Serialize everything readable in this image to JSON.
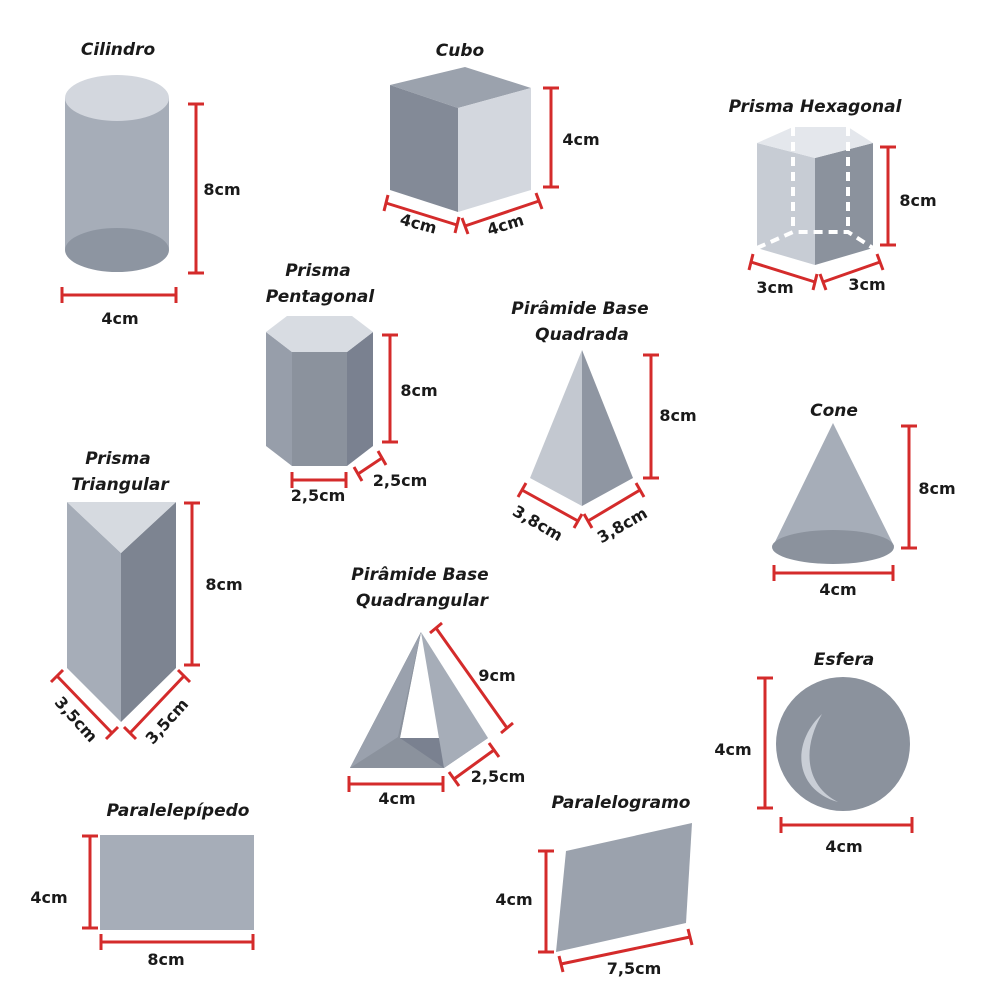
{
  "colors": {
    "measure": "#d42b2b",
    "light": "#cfd4dc",
    "mid": "#a6adb8",
    "dark": "#8b929d",
    "darker": "#7a8190",
    "text": "#1a1a1a"
  },
  "shapes": {
    "cilindro": {
      "title": "Cilindro",
      "height": "8cm",
      "width": "4cm"
    },
    "cubo": {
      "title": "Cubo",
      "height": "4cm",
      "base_left": "4cm",
      "base_right": "4cm"
    },
    "prisma_hexagonal": {
      "title": "Prisma Hexagonal",
      "height": "8cm",
      "base_left": "3cm",
      "base_right": "3cm"
    },
    "prisma_pentagonal": {
      "title_line1": "Prisma",
      "title_line2": "Pentagonal",
      "height": "8cm",
      "base_left": "2,5cm",
      "base_right": "2,5cm"
    },
    "piramide_quadrada": {
      "title_line1": "Pirâmide Base",
      "title_line2": "Quadrada",
      "height": "8cm",
      "base_left": "3,8cm",
      "base_right": "3,8cm"
    },
    "cone": {
      "title": "Cone",
      "height": "8cm",
      "width": "4cm"
    },
    "prisma_triangular": {
      "title_line1": "Prisma",
      "title_line2": "Triangular",
      "height": "8cm",
      "base_left": "3,5cm",
      "base_right": "3,5cm"
    },
    "piramide_quadrangular": {
      "title_line1": "Pirâmide Base",
      "title_line2": "Quadrangular",
      "edge": "9cm",
      "base_front": "4cm",
      "base_side": "2,5cm"
    },
    "esfera": {
      "title": "Esfera",
      "height": "4cm",
      "width": "4cm"
    },
    "paralelepipedo": {
      "title": "Paralelepípedo",
      "height": "4cm",
      "width": "8cm"
    },
    "paralelogramo": {
      "title": "Paralelogramo",
      "height": "4cm",
      "width": "7,5cm"
    }
  }
}
